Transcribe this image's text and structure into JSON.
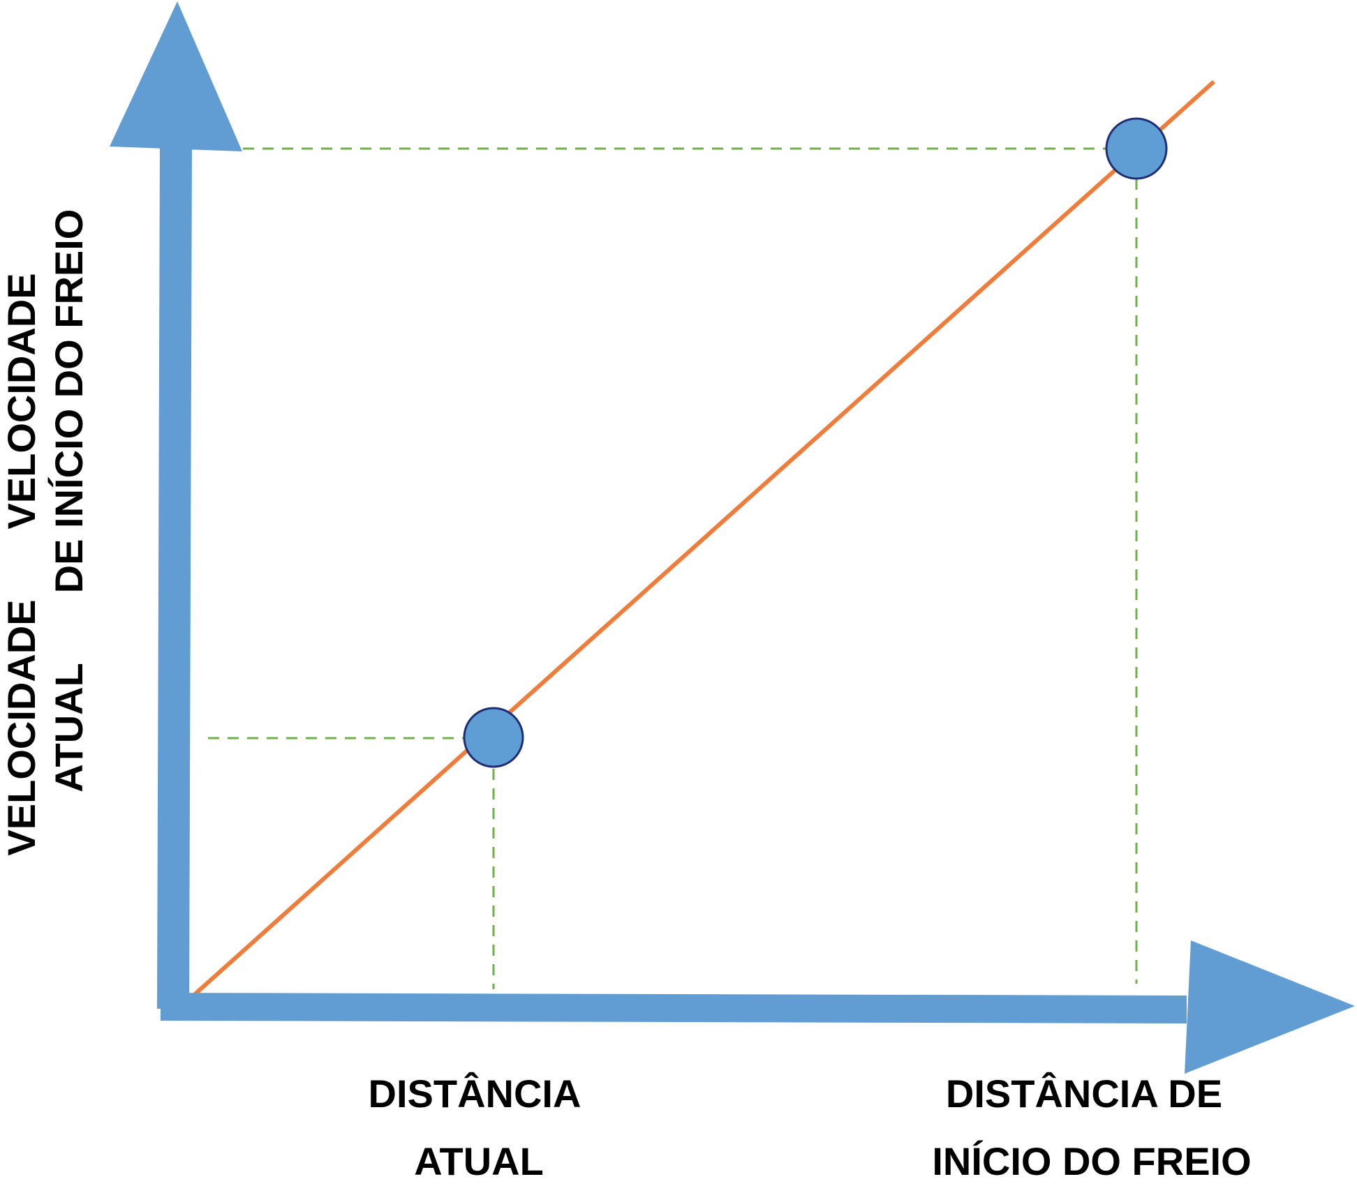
{
  "diagram": {
    "y_axis_labels": {
      "braking_speed": {
        "line1": "VELOCIDADE",
        "line2": "DE INÍCIO DO FREIO"
      },
      "current_speed": {
        "line1": "VELOCIDADE",
        "line2": "ATUAL"
      }
    },
    "x_axis_labels": {
      "current_distance": {
        "line1": "DISTÂNCIA",
        "line2": "ATUAL"
      },
      "braking_distance": {
        "line1": "DISTÂNCIA DE",
        "line2": "INÍCIO DO FREIO"
      }
    },
    "colors": {
      "axis": "#619dd3",
      "trend_line": "#ee7d3b",
      "guide_lines": "#6fb04a",
      "point_fill": "#5f9dd5",
      "point_stroke": "#1f2e74",
      "text": "#000000"
    }
  }
}
